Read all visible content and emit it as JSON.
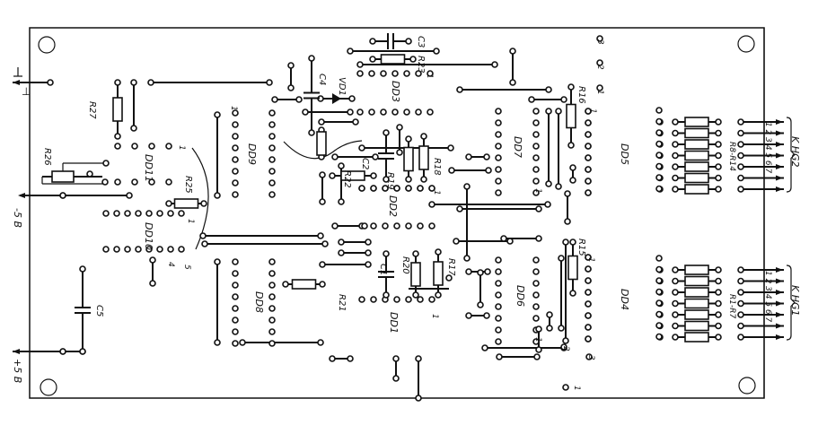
{
  "title": "PCB assembly drawing",
  "colors": {
    "ink": "#111111",
    "paper": "#ffffff"
  },
  "power_labels": {
    "ground": "⊥",
    "minus5": "-5 B",
    "plus5": "+5 B"
  },
  "connectors": [
    {
      "id": "HG2",
      "label": "K HG2",
      "pins_label": "1 2 3 4 5 6 7",
      "resistors_label": "R8-R14"
    },
    {
      "id": "HG1",
      "label": "K HG1",
      "pins_label": "1 2 3 4 5 6 7",
      "resistors_label": "R1-R7"
    }
  ],
  "ics": [
    {
      "ref": "DD1"
    },
    {
      "ref": "DD2"
    },
    {
      "ref": "DD3"
    },
    {
      "ref": "DD4"
    },
    {
      "ref": "DD5"
    },
    {
      "ref": "DD6"
    },
    {
      "ref": "DD7"
    },
    {
      "ref": "DD8"
    },
    {
      "ref": "DD9"
    },
    {
      "ref": "DD10"
    },
    {
      "ref": "DD11"
    }
  ],
  "resistors": [
    {
      "ref": "R15"
    },
    {
      "ref": "R16"
    },
    {
      "ref": "R17"
    },
    {
      "ref": "R18"
    },
    {
      "ref": "R19"
    },
    {
      "ref": "R20"
    },
    {
      "ref": "R21"
    },
    {
      "ref": "R22"
    },
    {
      "ref": "R23"
    },
    {
      "ref": "R25"
    },
    {
      "ref": "R26"
    },
    {
      "ref": "R27"
    }
  ],
  "capacitors": [
    {
      "ref": "C1"
    },
    {
      "ref": "C2"
    },
    {
      "ref": "C3"
    },
    {
      "ref": "C4"
    },
    {
      "ref": "C5"
    }
  ],
  "diodes": [
    {
      "ref": "VD1"
    }
  ],
  "pin_markers": {
    "one": "1",
    "two": "2",
    "three": "3",
    "four": "4",
    "five": "5"
  }
}
